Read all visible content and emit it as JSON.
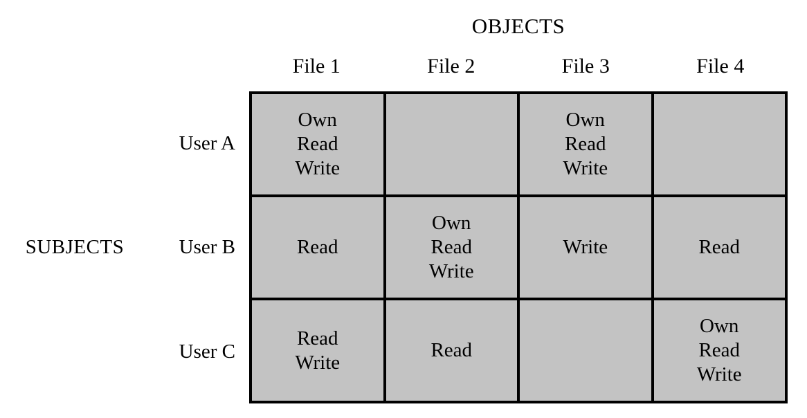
{
  "diagram": {
    "type": "access-control-matrix",
    "column_axis_title": "OBJECTS",
    "row_axis_title": "SUBJECTS",
    "columns": [
      "File 1",
      "File 2",
      "File 3",
      "File 4"
    ],
    "rows": [
      "User A",
      "User B",
      "User C"
    ],
    "colors": {
      "cell_fill": "#c3c3c3",
      "grid_line": "#000000",
      "background": "#ffffff",
      "text": "#000000"
    },
    "cells": [
      [
        {
          "rights": [
            "Own",
            "Read",
            "Write"
          ]
        },
        {
          "rights": []
        },
        {
          "rights": [
            "Own",
            "Read",
            "Write"
          ]
        },
        {
          "rights": []
        }
      ],
      [
        {
          "rights": [
            "Read"
          ]
        },
        {
          "rights": [
            "Own",
            "Read",
            "Write"
          ]
        },
        {
          "rights": [
            "Write"
          ]
        },
        {
          "rights": [
            "Read"
          ]
        }
      ],
      [
        {
          "rights": [
            "Read",
            "Write"
          ]
        },
        {
          "rights": [
            "Read"
          ]
        },
        {
          "rights": []
        },
        {
          "rights": [
            "Own",
            "Read",
            "Write"
          ]
        }
      ]
    ]
  }
}
